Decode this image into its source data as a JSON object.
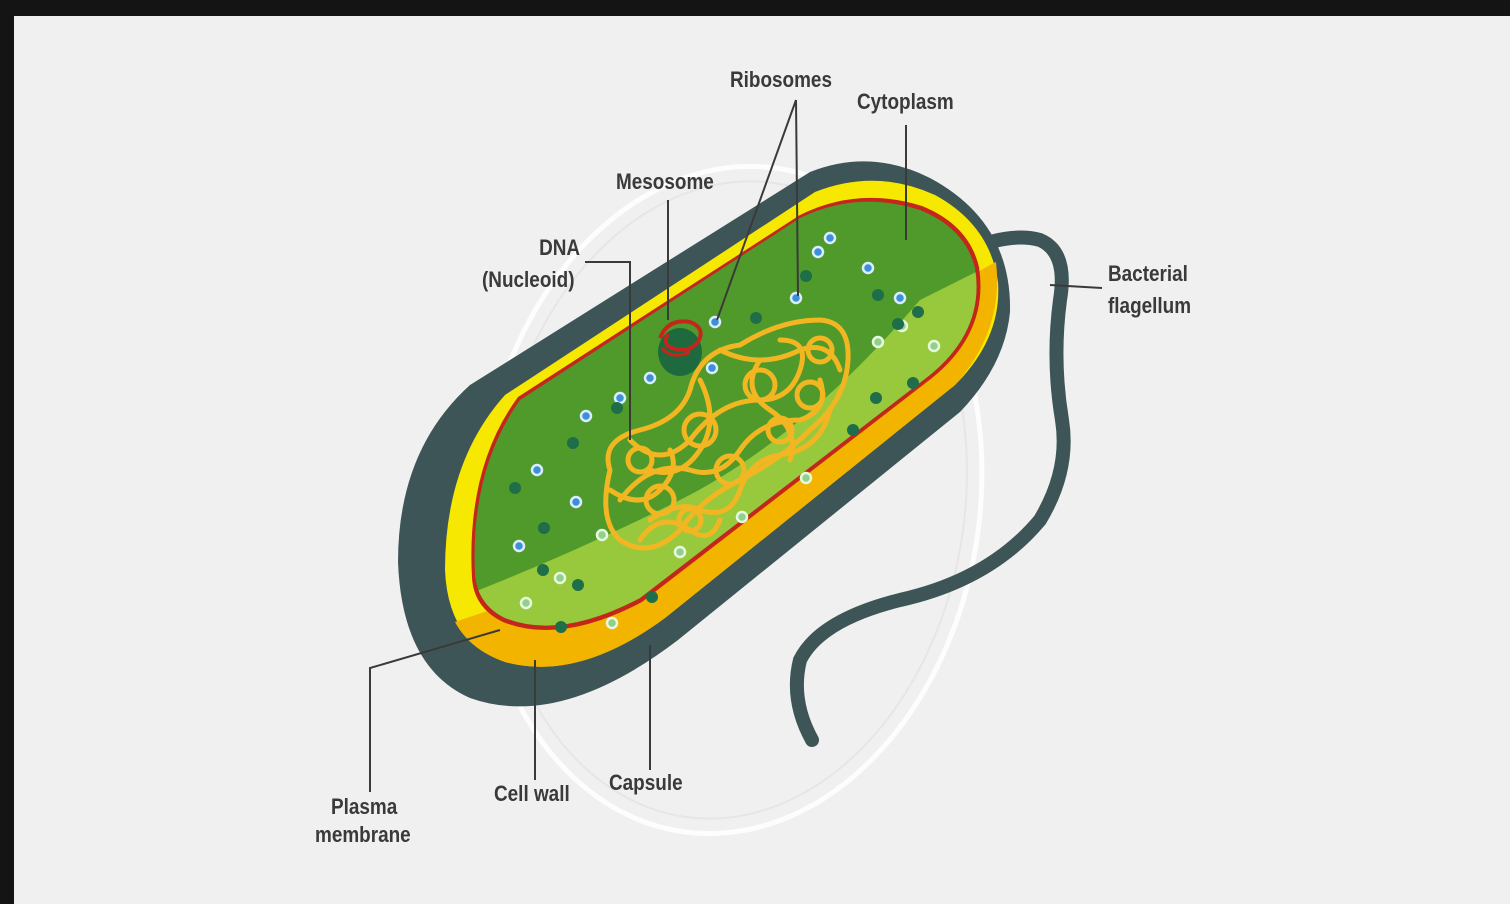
{
  "labels": {
    "ribosomes": "Ribosomes",
    "cytoplasm": "Cytoplasm",
    "mesosome": "Mesosome",
    "dna_line1": "DNA",
    "dna_line2": "(Nucleoid)",
    "flagellum_line1": "Bacterial",
    "flagellum_line2": "flagellum",
    "plasma_line1": "Plasma",
    "plasma_line2": "membrane",
    "cell_wall": "Cell wall",
    "capsule": "Capsule"
  },
  "colors": {
    "background": "#f0f0f0",
    "frame": "#141414",
    "capsule": "#3e5558",
    "cell_wall_light": "#f6e800",
    "cell_wall_dark": "#f3b400",
    "plasma_membrane": "#c4261c",
    "cytoplasm_dark": "#4f9a2a",
    "cytoplasm_light": "#98c93c",
    "nucleoid": "#f2b622",
    "ribosome_dark": "#1f6e4a",
    "ribosome_blue": "#3d8fd6",
    "mesosome": "#1e6a3e",
    "leader_line": "#3a3a3a"
  },
  "icons": {
    "cell": "rod-shaped-bacterium",
    "ribosome": "dot",
    "nucleoid": "tangled-strand"
  }
}
